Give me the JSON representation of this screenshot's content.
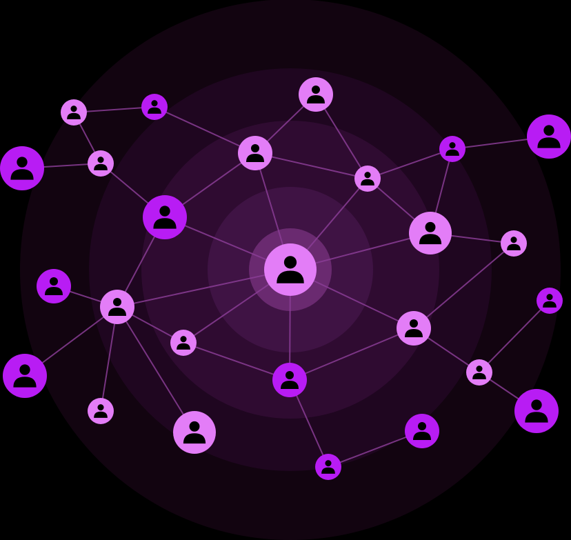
{
  "colors": {
    "background": "#000000",
    "ring_outer": "#120410",
    "ring_2": "#1f0620",
    "ring_3": "#2f0b31",
    "ring_4": "#3f1344",
    "ring_inner": "#551d59",
    "center_glow": "#6a2a70",
    "edge": "#8a3d95",
    "node_light": "#e37df7",
    "node_vivid": "#b81cf4",
    "person_icon": "#000000"
  },
  "nodes": [
    {
      "id": "center",
      "icon": "user-icon",
      "tone": "light"
    },
    {
      "id": "n1",
      "icon": "user-icon",
      "tone": "light"
    },
    {
      "id": "n2",
      "icon": "user-icon",
      "tone": "vivid"
    },
    {
      "id": "n3",
      "icon": "user-icon",
      "tone": "vivid"
    },
    {
      "id": "n4",
      "icon": "user-icon",
      "tone": "light"
    },
    {
      "id": "n5",
      "icon": "user-icon",
      "tone": "light"
    },
    {
      "id": "n6",
      "icon": "user-icon",
      "tone": "light"
    },
    {
      "id": "n7",
      "icon": "user-icon",
      "tone": "vivid"
    },
    {
      "id": "n8",
      "icon": "user-icon",
      "tone": "light"
    },
    {
      "id": "n9",
      "icon": "user-icon",
      "tone": "vivid"
    },
    {
      "id": "n10",
      "icon": "user-icon",
      "tone": "light"
    },
    {
      "id": "n11",
      "icon": "user-icon",
      "tone": "vivid"
    },
    {
      "id": "n12",
      "icon": "user-icon",
      "tone": "light"
    },
    {
      "id": "n13",
      "icon": "user-icon",
      "tone": "vivid"
    },
    {
      "id": "n14",
      "icon": "user-icon",
      "tone": "light"
    },
    {
      "id": "n15",
      "icon": "user-icon",
      "tone": "light"
    },
    {
      "id": "n16",
      "icon": "user-icon",
      "tone": "vivid"
    },
    {
      "id": "n17",
      "icon": "user-icon",
      "tone": "light"
    },
    {
      "id": "n18",
      "icon": "user-icon",
      "tone": "light"
    },
    {
      "id": "n19",
      "icon": "user-icon",
      "tone": "vivid"
    },
    {
      "id": "n20",
      "icon": "user-icon",
      "tone": "light"
    },
    {
      "id": "n21",
      "icon": "user-icon",
      "tone": "vivid"
    },
    {
      "id": "n22",
      "icon": "user-icon",
      "tone": "light"
    },
    {
      "id": "n23",
      "icon": "user-icon",
      "tone": "vivid"
    },
    {
      "id": "n24",
      "icon": "user-icon",
      "tone": "vivid"
    },
    {
      "id": "n25",
      "icon": "user-icon",
      "tone": "light"
    },
    {
      "id": "n26",
      "icon": "user-icon",
      "tone": "vivid"
    },
    {
      "id": "n27",
      "icon": "user-icon",
      "tone": "light"
    }
  ],
  "edges": [
    [
      "n1",
      "n2"
    ],
    [
      "n1",
      "n4"
    ],
    [
      "n2",
      "n6"
    ],
    [
      "n3",
      "n4"
    ],
    [
      "n4",
      "n7"
    ],
    [
      "n6",
      "n5"
    ],
    [
      "n6",
      "n7"
    ],
    [
      "n5",
      "n8"
    ],
    [
      "n6",
      "n8"
    ],
    [
      "n6",
      "center"
    ],
    [
      "n8",
      "n9"
    ],
    [
      "n8",
      "n10"
    ],
    [
      "n8",
      "center"
    ],
    [
      "n9",
      "n11"
    ],
    [
      "n9",
      "n10"
    ],
    [
      "n10",
      "n12"
    ],
    [
      "n10",
      "center"
    ],
    [
      "n7",
      "center"
    ],
    [
      "n7",
      "n14"
    ],
    [
      "n13",
      "n14"
    ],
    [
      "n14",
      "center"
    ],
    [
      "n14",
      "n15"
    ],
    [
      "n14",
      "n16"
    ],
    [
      "n14",
      "n17"
    ],
    [
      "n14",
      "n18"
    ],
    [
      "n15",
      "n19"
    ],
    [
      "n15",
      "center"
    ],
    [
      "n19",
      "n20"
    ],
    [
      "n19",
      "n21"
    ],
    [
      "n19",
      "center"
    ],
    [
      "n12",
      "n20"
    ],
    [
      "n20",
      "center"
    ],
    [
      "n20",
      "n22"
    ],
    [
      "n22",
      "n24"
    ],
    [
      "n22",
      "n26"
    ],
    [
      "n23",
      "n25"
    ],
    [
      "n25",
      "n21"
    ]
  ]
}
